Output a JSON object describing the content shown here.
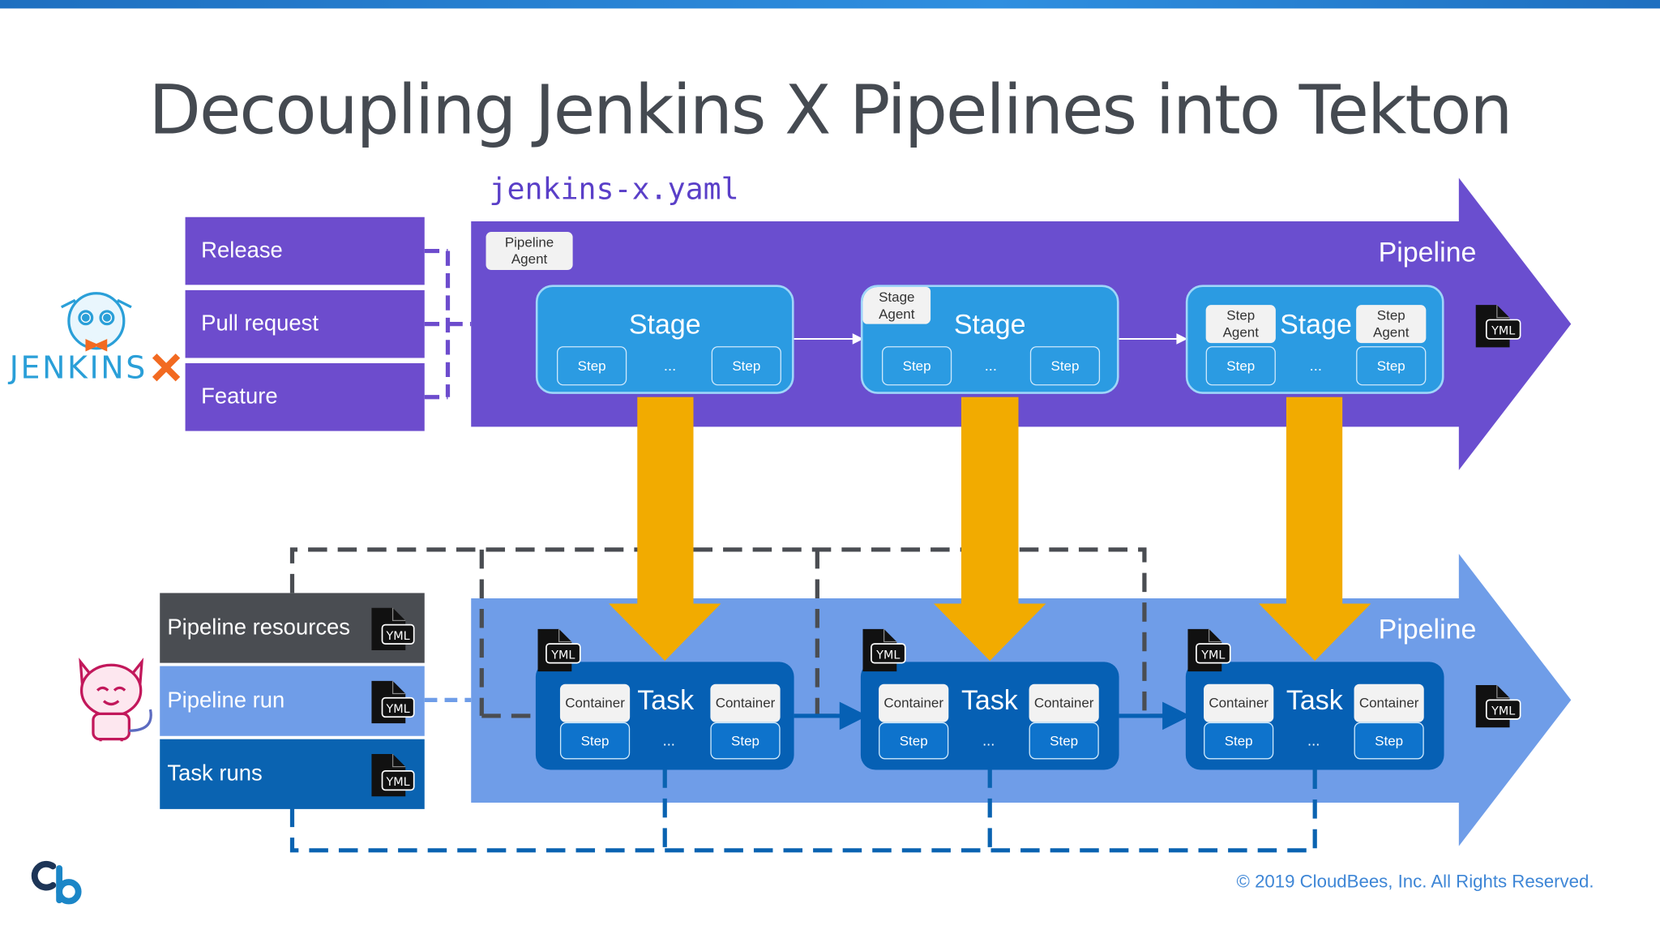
{
  "title": "Decoupling Jenkins X Pipelines into Tekton",
  "file_label": "jenkins-x.yaml",
  "jenkins_logo_text": "JENKINS",
  "triggers": [
    "Release",
    "Pull request",
    "Feature"
  ],
  "resources": [
    {
      "label": "Pipeline resources",
      "color": "#4a4d52"
    },
    {
      "label": "Pipeline run",
      "color": "#6f9de8"
    },
    {
      "label": "Task runs",
      "color": "#0a63b1"
    }
  ],
  "jx_pipeline": {
    "label": "Pipeline",
    "pipeline_agent": [
      "Pipeline",
      "Agent"
    ],
    "stage_agent": [
      "Stage",
      "Agent"
    ],
    "step_agent": [
      "Step",
      "Agent"
    ],
    "stage_label": "Stage",
    "step_label": "Step",
    "ellipsis": "...",
    "color": "#6a4ecf"
  },
  "tekton_pipeline": {
    "label": "Pipeline",
    "task_label": "Task",
    "container_label": "Container",
    "step_label": "Step",
    "ellipsis": "...",
    "color": "#6f9de8"
  },
  "yml_label": "YML",
  "copyright": "© 2019 CloudBees, Inc. All Rights Reserved."
}
